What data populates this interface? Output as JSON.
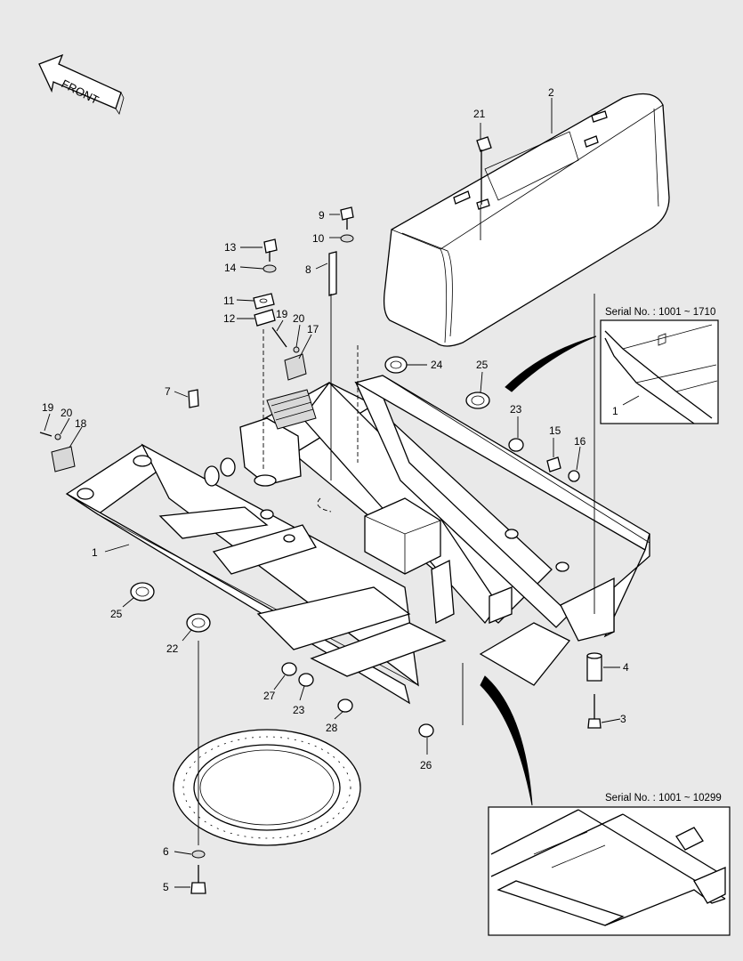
{
  "front_label": "FRONT",
  "inset_top": {
    "serial": "Serial No. : 1001 ~ 1710",
    "callout": "1"
  },
  "inset_bottom": {
    "serial": "Serial No. : 1001 ~ 10299"
  },
  "callouts": {
    "c1": "1",
    "c2": "2",
    "c3": "3",
    "c4": "4",
    "c5": "5",
    "c6": "6",
    "c7": "7",
    "c8": "8",
    "c9": "9",
    "c10": "10",
    "c11": "11",
    "c12": "12",
    "c13": "13",
    "c14": "14",
    "c15": "15",
    "c16": "16",
    "c17": "17",
    "c18": "18",
    "c19a": "19",
    "c19b": "19",
    "c20a": "20",
    "c20b": "20",
    "c21": "21",
    "c22": "22",
    "c23a": "23",
    "c23b": "23",
    "c24": "24",
    "c25a": "25",
    "c25b": "25",
    "c26": "26",
    "c27": "27",
    "c28": "28"
  }
}
